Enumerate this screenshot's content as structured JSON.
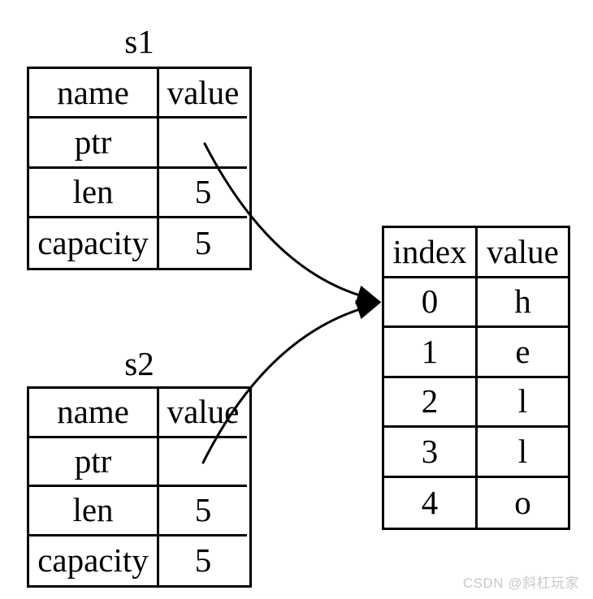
{
  "diagram": {
    "s1": {
      "title": "s1",
      "col_headers": [
        "name",
        "value"
      ],
      "rows": [
        {
          "name": "ptr",
          "value": ""
        },
        {
          "name": "len",
          "value": "5"
        },
        {
          "name": "capacity",
          "value": "5"
        }
      ]
    },
    "s2": {
      "title": "s2",
      "col_headers": [
        "name",
        "value"
      ],
      "rows": [
        {
          "name": "ptr",
          "value": ""
        },
        {
          "name": "len",
          "value": "5"
        },
        {
          "name": "capacity",
          "value": "5"
        }
      ]
    },
    "heap": {
      "col_headers": [
        "index",
        "value"
      ],
      "rows": [
        {
          "index": "0",
          "value": "h"
        },
        {
          "index": "1",
          "value": "e"
        },
        {
          "index": "2",
          "value": "l"
        },
        {
          "index": "3",
          "value": "l"
        },
        {
          "index": "4",
          "value": "o"
        }
      ]
    },
    "arrows": [
      {
        "from": "s1.ptr",
        "to": "heap"
      },
      {
        "from": "s2.ptr",
        "to": "heap"
      }
    ]
  },
  "watermark": {
    "text": "CSDN @斜杠玩家",
    "color": "#c8c8c8"
  },
  "colors": {
    "line": "#000000",
    "background": "#ffffff",
    "text": "#000000"
  }
}
